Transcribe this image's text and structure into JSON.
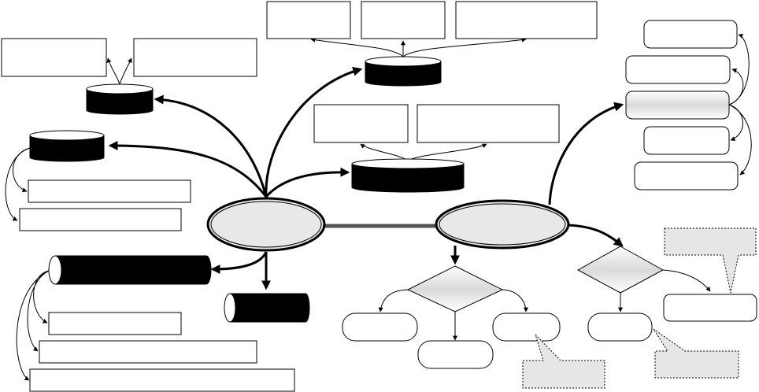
{
  "diagram": {
    "description_visible_text": "",
    "colors": {
      "stroke": "#000000",
      "fill_white": "#ffffff",
      "fill_light_gray": "#e8e8e8",
      "fill_black": "#000000",
      "callout_fill": "#e6e6e6",
      "hatch_gray": "#cfcfcf"
    },
    "hubs": [
      {
        "id": "left-hub",
        "label": ""
      },
      {
        "id": "right-hub",
        "label": ""
      }
    ],
    "text_boxes": [
      {
        "id": "top-box-1",
        "label": ""
      },
      {
        "id": "top-box-2",
        "label": ""
      },
      {
        "id": "top-box-3",
        "label": ""
      },
      {
        "id": "left-top-box-1",
        "label": ""
      },
      {
        "id": "left-top-box-2",
        "label": ""
      },
      {
        "id": "mid-box-1",
        "label": ""
      },
      {
        "id": "mid-box-2",
        "label": ""
      },
      {
        "id": "left-list-1",
        "label": ""
      },
      {
        "id": "left-list-2",
        "label": ""
      },
      {
        "id": "bottom-list-1",
        "label": ""
      },
      {
        "id": "bottom-list-2",
        "label": ""
      },
      {
        "id": "bottom-list-3",
        "label": ""
      },
      {
        "id": "right-list-1",
        "label": ""
      },
      {
        "id": "right-list-2",
        "label": ""
      },
      {
        "id": "right-list-4",
        "label": ""
      },
      {
        "id": "right-list-5",
        "label": ""
      },
      {
        "id": "flow-result-a",
        "label": ""
      },
      {
        "id": "flow-result-b",
        "label": ""
      },
      {
        "id": "flow-result-c",
        "label": ""
      },
      {
        "id": "flow-result-d",
        "label": ""
      },
      {
        "id": "flow-result-e",
        "label": ""
      }
    ],
    "callouts": [
      {
        "id": "callout-top-right",
        "label": ""
      },
      {
        "id": "callout-bottom-mid",
        "label": ""
      },
      {
        "id": "callout-bottom-right",
        "label": ""
      }
    ],
    "decisions": [
      {
        "id": "decision-1",
        "label": ""
      },
      {
        "id": "decision-2",
        "label": ""
      }
    ]
  }
}
